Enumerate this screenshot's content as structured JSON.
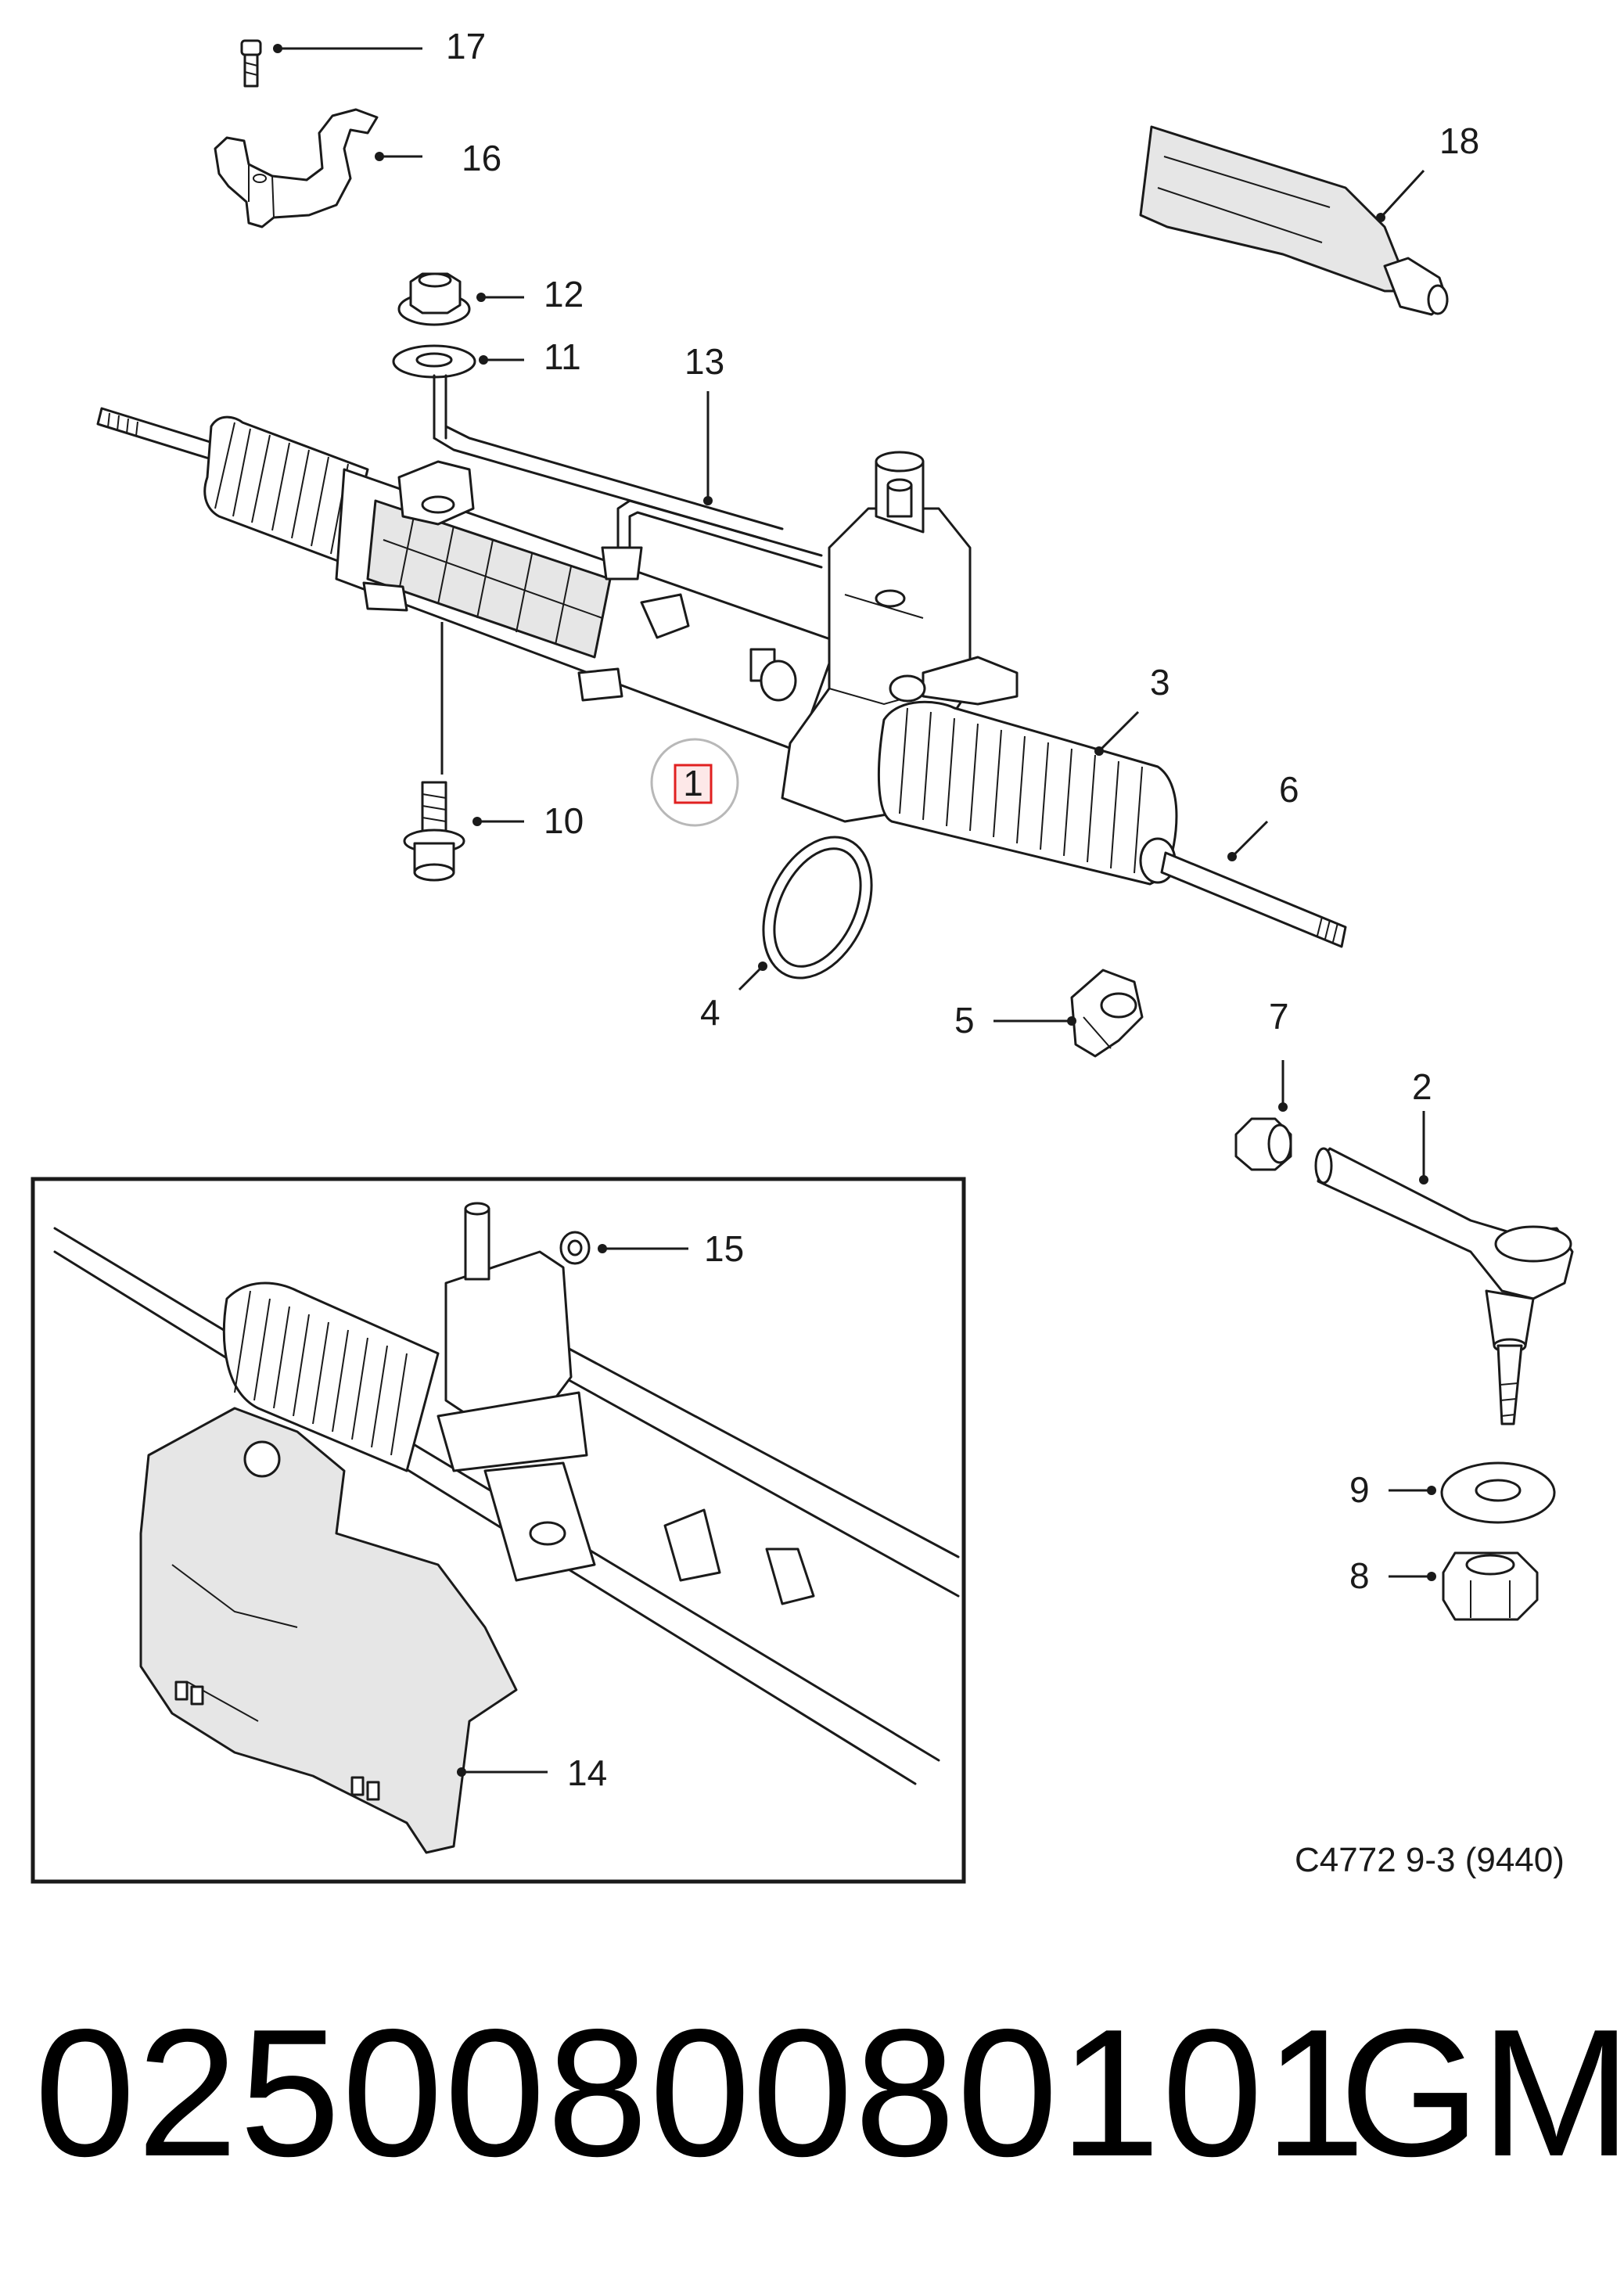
{
  "callouts": [
    {
      "id": "1",
      "label": "1"
    },
    {
      "id": "2",
      "label": "2"
    },
    {
      "id": "3",
      "label": "3"
    },
    {
      "id": "4",
      "label": "4"
    },
    {
      "id": "5",
      "label": "5"
    },
    {
      "id": "6",
      "label": "6"
    },
    {
      "id": "7",
      "label": "7"
    },
    {
      "id": "8",
      "label": "8"
    },
    {
      "id": "9",
      "label": "9"
    },
    {
      "id": "10",
      "label": "10"
    },
    {
      "id": "11",
      "label": "11"
    },
    {
      "id": "12",
      "label": "12"
    },
    {
      "id": "13",
      "label": "13"
    },
    {
      "id": "14",
      "label": "14"
    },
    {
      "id": "15",
      "label": "15"
    },
    {
      "id": "16",
      "label": "16"
    },
    {
      "id": "17",
      "label": "17"
    },
    {
      "id": "18",
      "label": "18"
    }
  ],
  "reference_code": "C4772 9-3 (9440)",
  "part_number": "025008008010​1",
  "brand": "GM",
  "colors": {
    "line": "#1a1a1a",
    "highlight": "#e02020",
    "background": "#ffffff"
  }
}
